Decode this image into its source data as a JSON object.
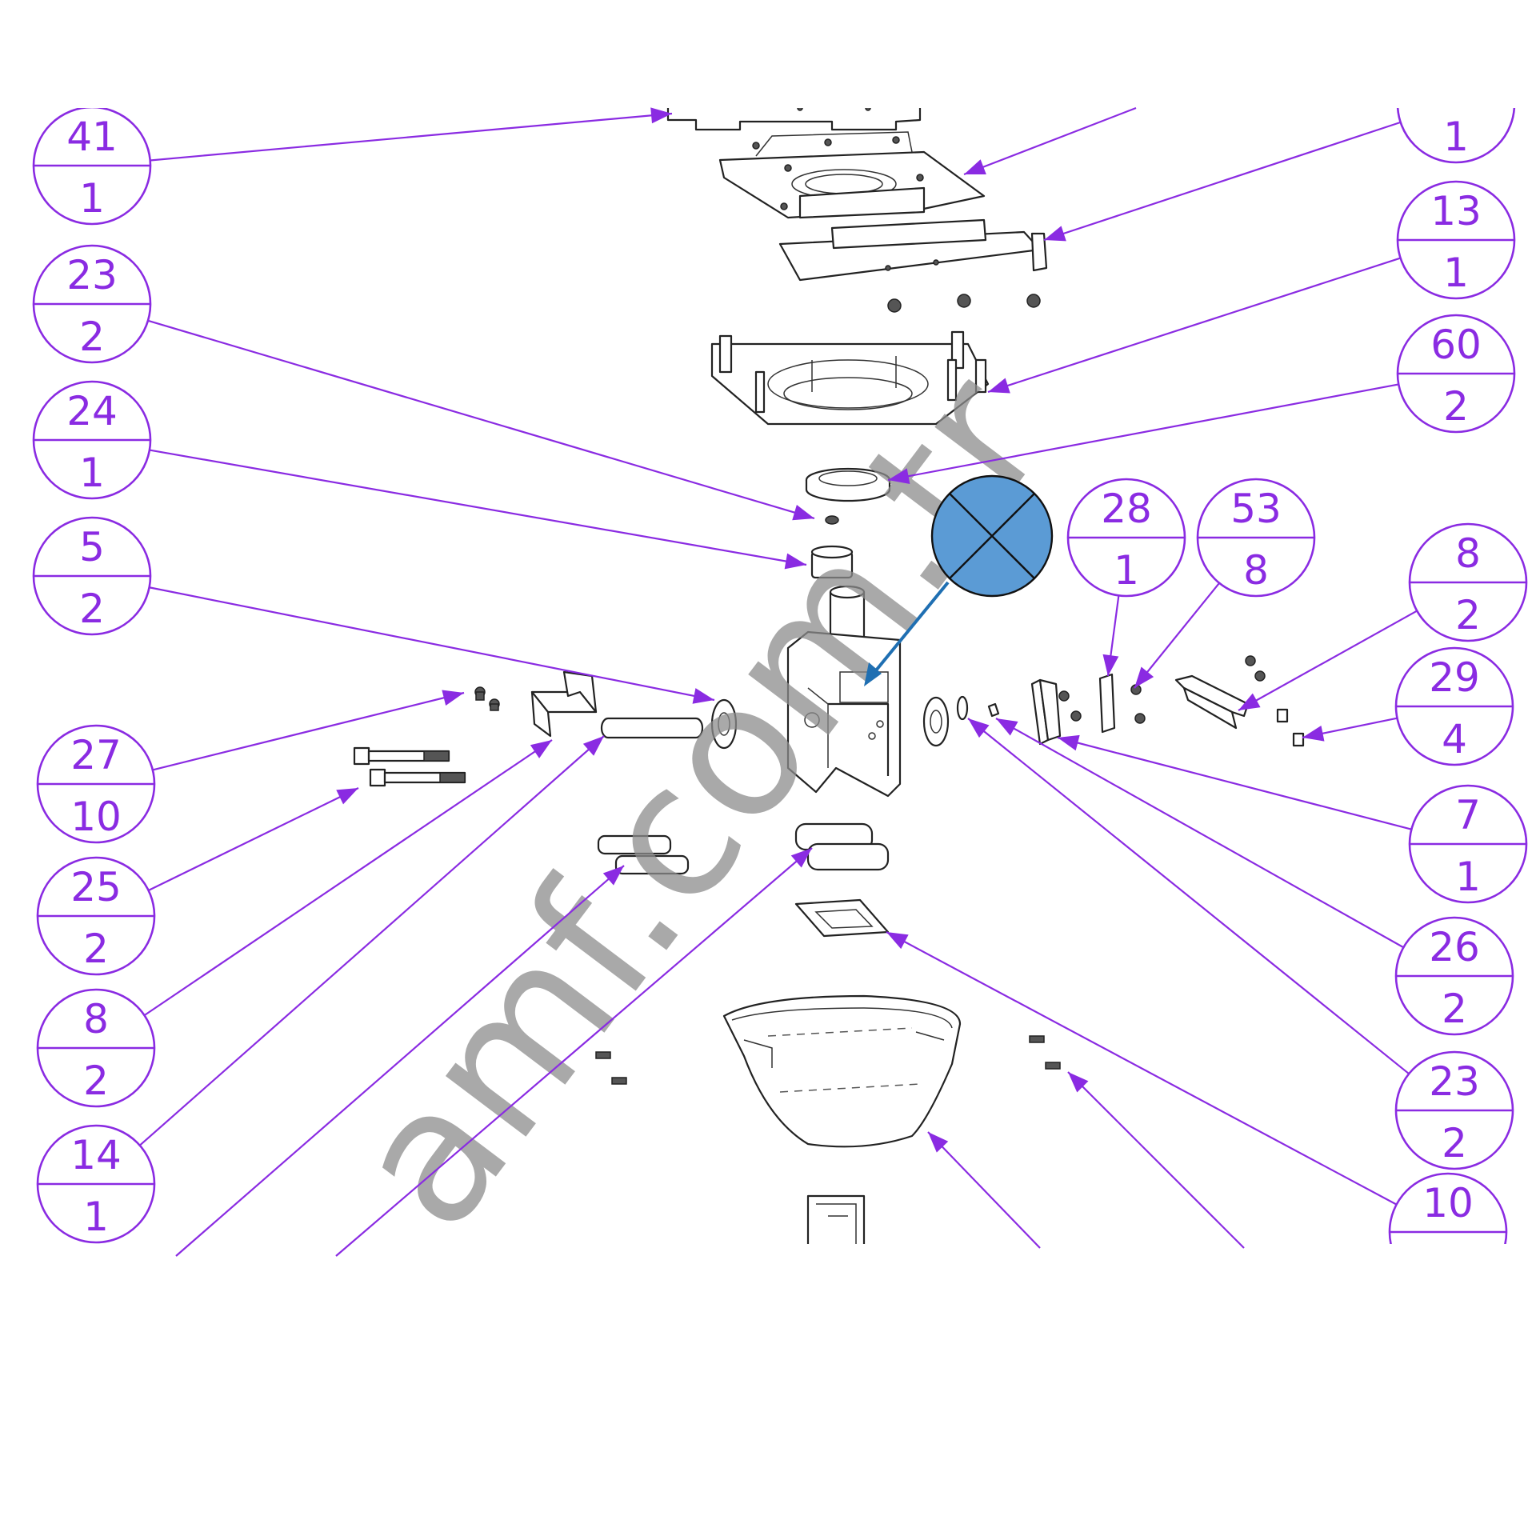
{
  "watermark": "amf.com.tr",
  "colors": {
    "balloon": "#8a2be2",
    "marker_fill": "#5b9bd5",
    "marker_leader": "#1f6fb2",
    "watermark": "#8c8c8c"
  },
  "balloons": [
    {
      "item": "41",
      "qty": "1"
    },
    {
      "item": "23",
      "qty": "2"
    },
    {
      "item": "24",
      "qty": "1"
    },
    {
      "item": "5",
      "qty": "2"
    },
    {
      "item": "27",
      "qty": "10"
    },
    {
      "item": "25",
      "qty": "2"
    },
    {
      "item": "8",
      "qty": "2"
    },
    {
      "item": "14",
      "qty": "1"
    },
    {
      "item": "",
      "qty": "1"
    },
    {
      "item": "13",
      "qty": "1"
    },
    {
      "item": "60",
      "qty": "2"
    },
    {
      "item": "28",
      "qty": "1"
    },
    {
      "item": "53",
      "qty": "8"
    },
    {
      "item": "8",
      "qty": "2"
    },
    {
      "item": "29",
      "qty": "4"
    },
    {
      "item": "7",
      "qty": "1"
    },
    {
      "item": "26",
      "qty": "2"
    },
    {
      "item": "23",
      "qty": "2"
    },
    {
      "item": "10",
      "qty": ""
    }
  ],
  "marker": {
    "icon": "cross-circle-icon"
  }
}
